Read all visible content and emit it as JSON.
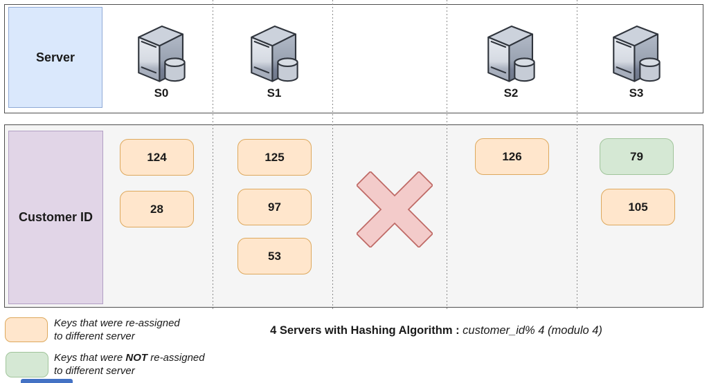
{
  "server_row": {
    "label": "Server",
    "servers": [
      "S0",
      "S1",
      "S2",
      "S3"
    ]
  },
  "customer_row": {
    "label": "Customer ID",
    "keys": [
      {
        "value": "124",
        "server": "S0",
        "status": "reassigned"
      },
      {
        "value": "28",
        "server": "S0",
        "status": "reassigned"
      },
      {
        "value": "125",
        "server": "S1",
        "status": "reassigned"
      },
      {
        "value": "97",
        "server": "S1",
        "status": "reassigned"
      },
      {
        "value": "53",
        "server": "S1",
        "status": "reassigned"
      },
      {
        "value": "126",
        "server": "S2",
        "status": "reassigned"
      },
      {
        "value": "79",
        "server": "S3",
        "status": "not_reassigned"
      },
      {
        "value": "105",
        "server": "S3",
        "status": "reassigned"
      }
    ],
    "removed_server_marker": "X"
  },
  "legend": {
    "reassigned": {
      "line1": "Keys that were re-assigned",
      "line2": "to different server"
    },
    "not_reassigned": {
      "line1_pre": "Keys that were ",
      "line1_bold": "NOT",
      "line1_post": " re-assigned",
      "line2": "to different server"
    }
  },
  "caption": {
    "bold_part": "4 Servers with Hashing Algorithm : ",
    "italic_part": "customer_id% 4 (modulo 4)"
  },
  "colors": {
    "server_label_fill": "#dae8fc",
    "server_label_stroke": "#8ea9d6",
    "customer_label_fill": "#e1d5e7",
    "customer_label_stroke": "#b19fc4",
    "key_reassigned_fill": "#ffe6cc",
    "key_reassigned_stroke": "#dda85c",
    "key_not_reassigned_fill": "#d5e8d4",
    "key_not_reassigned_stroke": "#a0c49a",
    "removed_x_fill": "#f3cbca",
    "removed_x_stroke": "#bf6a66",
    "customer_row_bg": "#f5f5f5",
    "panel_border": "#4d4d4d",
    "cutoff_swatch_blue": "#4472c4"
  }
}
